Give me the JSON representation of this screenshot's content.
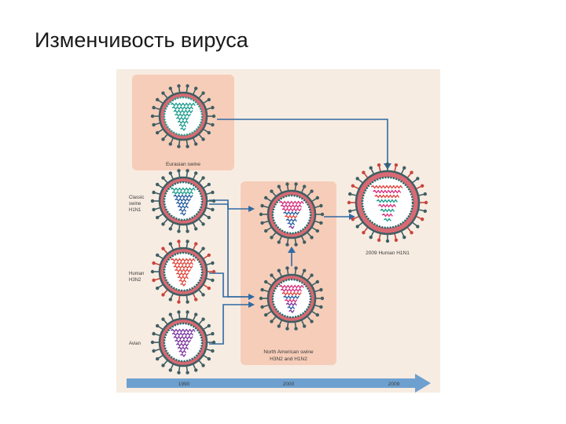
{
  "slide": {
    "title": "Изменчивость вируса"
  },
  "figure": {
    "colors": {
      "background": "#f7ece2",
      "panel": "#f6cdb9",
      "arrow": "#2f6aa3",
      "timeline": "#6ea0cf",
      "envelope": "#d86a73",
      "outer_ring": "#3f5e63",
      "spike_dark": "#3f5e63",
      "spike_red": "#c8453e",
      "inner_dark": "#1a6d6d",
      "inner_teal": "#1f9e8e",
      "rna_teal": "#1f9e8e",
      "rna_blue": "#2a5ea0",
      "rna_red": "#e0473e",
      "rna_pink": "#d8337f",
      "rna_purple": "#7d3aa0"
    },
    "labels": {
      "eurasian": "Eurasian swine",
      "classic_line1": "Classic",
      "classic_line2": "swine",
      "classic_line3": "H1N1",
      "human_line1": "Human",
      "human_line2": "H3N2",
      "avian": "Avian",
      "na_line1": "North American swine",
      "na_line2": "H3N2 and H1N2",
      "result": "2009 Human H1N1"
    },
    "timeline": {
      "ticks": [
        "1990",
        "2000",
        "2009"
      ]
    },
    "viruses": [
      {
        "id": "eurasian-swine",
        "rna": [
          "rna_teal",
          "rna_teal",
          "rna_teal",
          "rna_teal",
          "rna_teal",
          "rna_teal",
          "rna_teal",
          "rna_teal"
        ]
      },
      {
        "id": "classic-swine-h1n1",
        "rna": [
          "rna_teal",
          "rna_teal",
          "rna_blue",
          "rna_blue",
          "rna_blue",
          "rna_blue",
          "rna_blue",
          "rna_blue"
        ]
      },
      {
        "id": "human-h3n2",
        "rna": [
          "rna_red",
          "rna_red",
          "rna_red",
          "rna_red",
          "rna_red",
          "rna_red",
          "rna_red",
          "rna_red"
        ]
      },
      {
        "id": "avian",
        "rna": [
          "rna_purple",
          "rna_purple",
          "rna_purple",
          "rna_purple",
          "rna_purple",
          "rna_purple",
          "rna_purple",
          "rna_purple"
        ]
      },
      {
        "id": "na-swine-top",
        "rna": [
          "rna_pink",
          "rna_pink",
          "rna_pink",
          "rna_blue",
          "rna_red",
          "rna_blue",
          "rna_blue",
          "rna_purple"
        ]
      },
      {
        "id": "na-swine-bottom",
        "rna": [
          "rna_pink",
          "rna_pink",
          "rna_red",
          "rna_blue",
          "rna_pink",
          "rna_purple",
          "rna_blue",
          "rna_purple"
        ]
      },
      {
        "id": "human-2009-h1n1",
        "rna": [
          "rna_red",
          "rna_pink",
          "rna_red",
          "rna_teal",
          "rna_pink",
          "rna_teal",
          "rna_pink",
          "rna_teal"
        ]
      }
    ]
  }
}
